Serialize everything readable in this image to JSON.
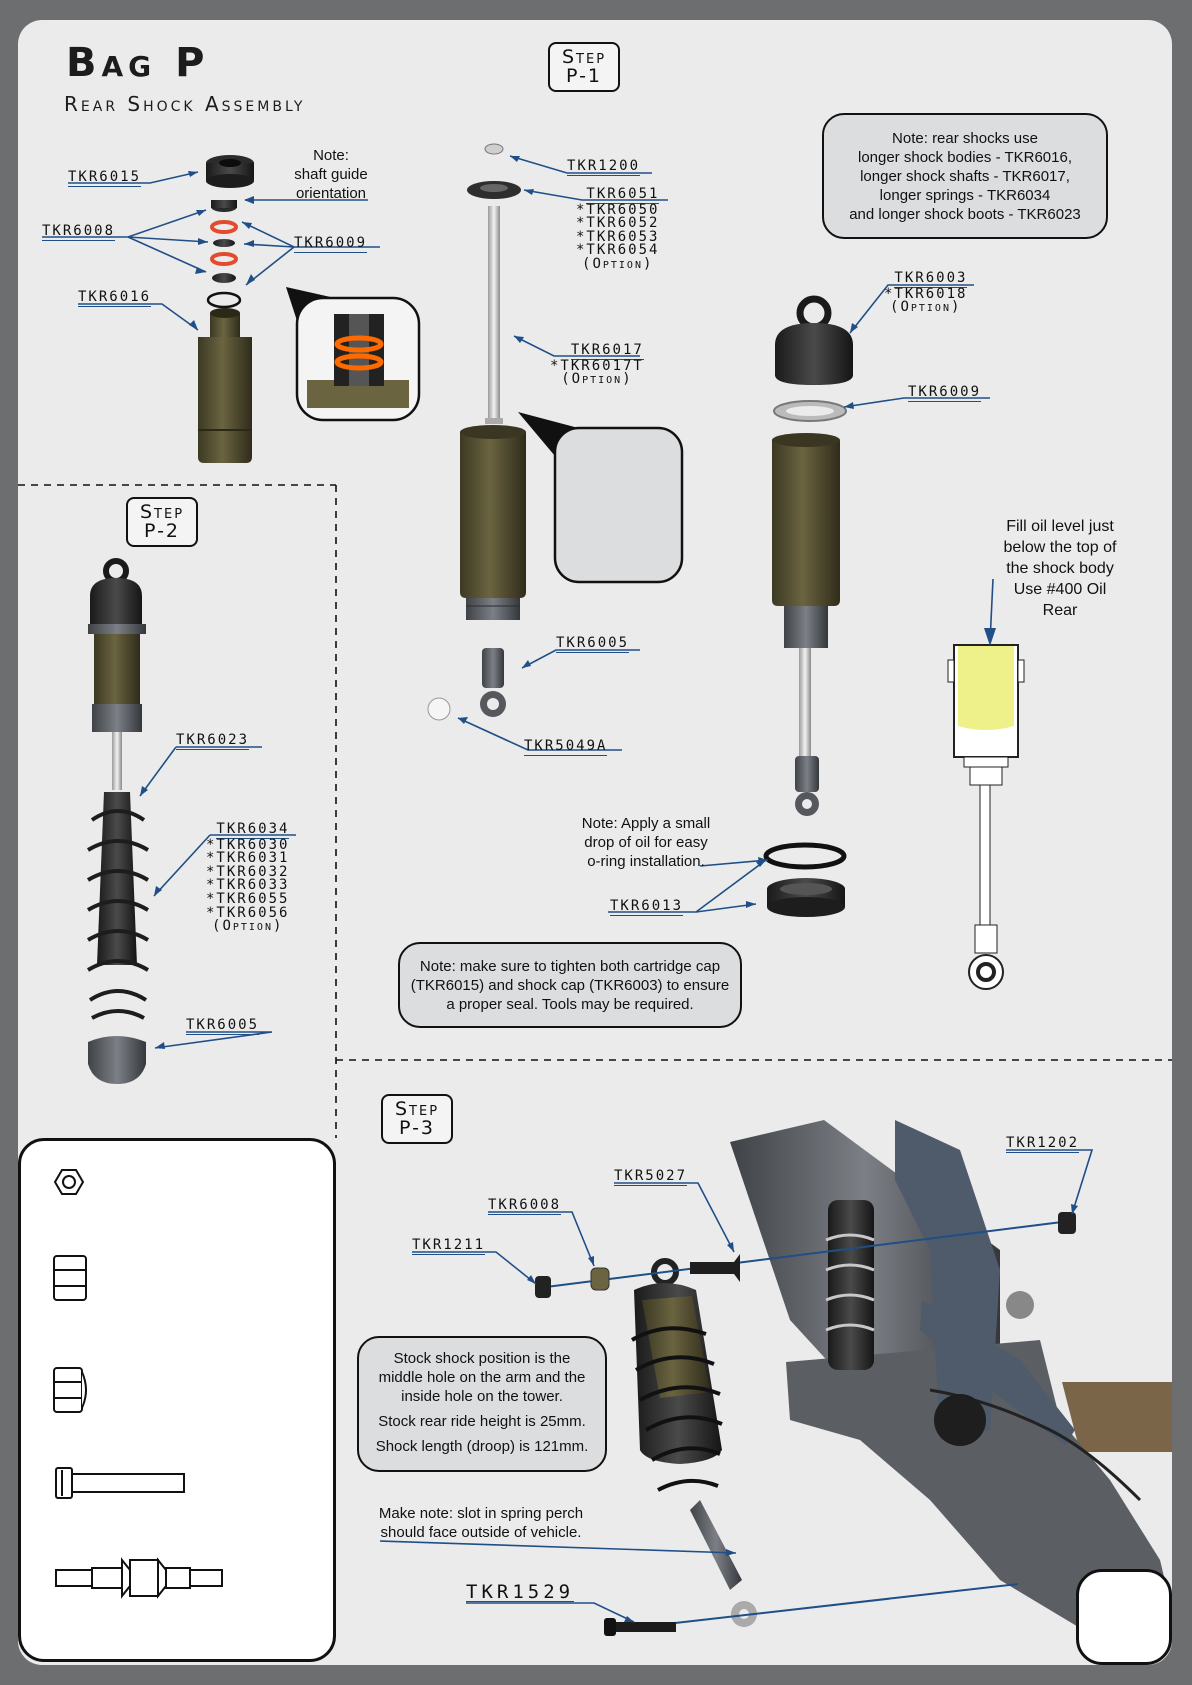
{
  "header": {
    "title": "Bag P",
    "subtitle": "Rear Shock Assembly"
  },
  "steps": {
    "p1": {
      "word": "Step",
      "num": "P-1"
    },
    "p2": {
      "word": "Step",
      "num": "P-2"
    },
    "p3": {
      "word": "Step",
      "num": "P-3"
    }
  },
  "notes": {
    "shaft_guide": [
      "Note:",
      "shaft guide",
      "orientation"
    ],
    "rear_shocks": [
      "Note: rear shocks use",
      "longer shock bodies - TKR6016,",
      "longer shock shafts - TKR6017,",
      "longer springs - TKR6034",
      "and longer shock boots - TKR6023"
    ],
    "oil_level": [
      "Fill oil level just",
      "below the top of",
      "the shock body",
      "Use #400 Oil",
      "Rear"
    ],
    "oring": [
      "Note: Apply a small",
      "drop of oil for easy",
      "o-ring installation."
    ],
    "tighten": [
      "Note: make sure to tighten both cartridge cap",
      "(TKR6015) and shock cap (TKR6003) to ensure",
      "a proper seal. Tools may be required."
    ],
    "stock_position": [
      "Stock shock position is the",
      "middle hole on the arm and the",
      "inside hole on the tower.",
      "Stock rear ride height is 25mm.",
      "Shock length (droop) is 121mm."
    ],
    "spring_perch": [
      "Make note: slot in spring perch",
      "should face outside of vehicle."
    ]
  },
  "parts": {
    "tkr6015": "TKR6015",
    "tkr6008": "TKR6008",
    "tkr6009a": "TKR6009",
    "tkr6016": "TKR6016",
    "tkr1200": "TKR1200",
    "tkr6051_group": [
      "TKR6051",
      "*TKR6050",
      "*TKR6052",
      "*TKR6053",
      "*TKR6054"
    ],
    "tkr6051_option": "(Option)",
    "tkr6017_group": [
      "TKR6017",
      "*TKR6017T"
    ],
    "tkr6017_option": "(Option)",
    "tkr6005a": "TKR6005",
    "tkr5049a": "TKR5049A",
    "tkr6003_group": [
      "TKR6003",
      "*TKR6018"
    ],
    "tkr6003_option": "(Option)",
    "tkr6009b": "TKR6009",
    "tkr6013": "TKR6013",
    "tkr6023": "TKR6023",
    "tkr6034_group": [
      "TKR6034",
      "*TKR6030",
      "*TKR6031",
      "*TKR6032",
      "*TKR6033",
      "*TKR6055",
      "*TKR6056"
    ],
    "tkr6034_option": "(Option)",
    "tkr6005b": "TKR6005",
    "tkr1202": "TKR1202",
    "tkr5027": "TKR5027",
    "tkr6008b": "TKR6008",
    "tkr1211": "TKR1211",
    "tkr1529": "TKR1529"
  },
  "hardware_icons": [
    "hex-nut-icon",
    "nut-side-icon",
    "locknut-side-icon",
    "screw-icon",
    "shock-stud-icon"
  ],
  "colors": {
    "leader": "#1f4f86",
    "shock_body": "#5b5533",
    "oil": "#eef08a",
    "oring": "#e24b2b",
    "page_bg": "#ebebec",
    "frame": "#6d6e70"
  }
}
